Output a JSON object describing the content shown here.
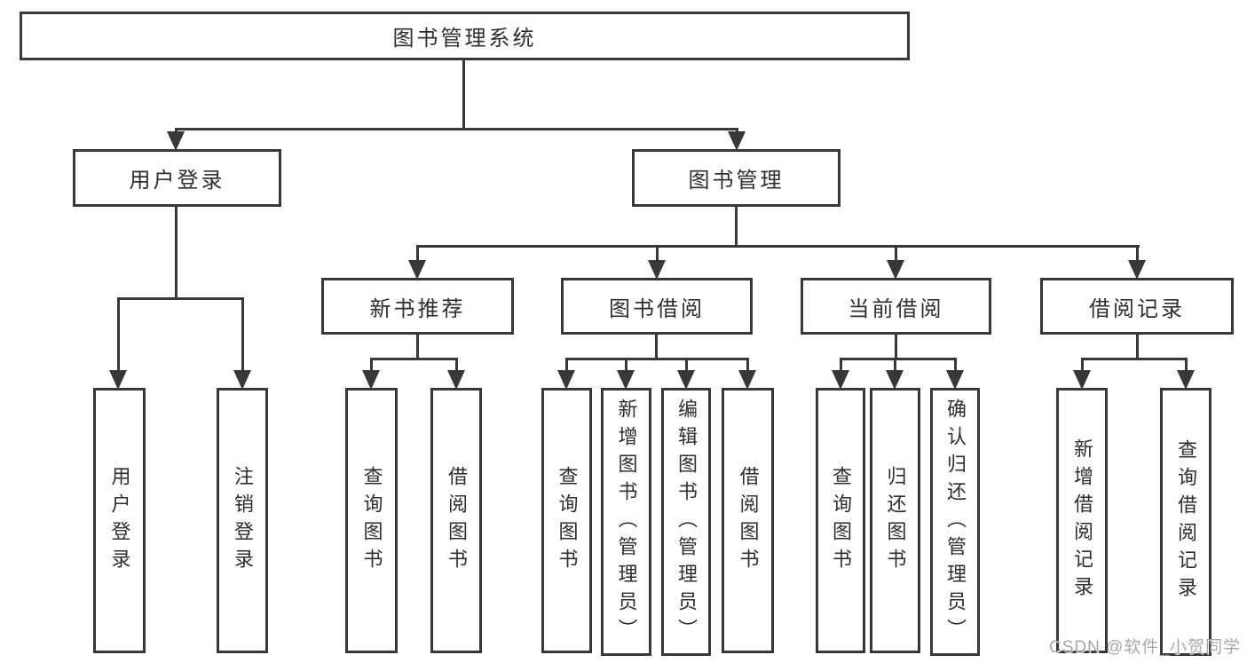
{
  "diagram": {
    "type": "tree",
    "root": {
      "label": "图书管理系统"
    },
    "branches": [
      {
        "label": "用户登录",
        "children": [
          {
            "label": "用户登录"
          },
          {
            "label": "注销登录"
          }
        ]
      },
      {
        "label": "图书管理",
        "children": [
          {
            "label": "新书推荐",
            "children": [
              {
                "label": "查询图书"
              },
              {
                "label": "借阅图书"
              }
            ]
          },
          {
            "label": "图书借阅",
            "children": [
              {
                "label": "查询图书"
              },
              {
                "label": "新增图书（管理员）"
              },
              {
                "label": "编辑图书（管理员）"
              },
              {
                "label": "借阅图书"
              }
            ]
          },
          {
            "label": "当前借阅",
            "children": [
              {
                "label": "查询图书"
              },
              {
                "label": "归还图书"
              },
              {
                "label": "确认归还（管理员）"
              }
            ]
          },
          {
            "label": "借阅记录",
            "children": [
              {
                "label": "新增借阅记录"
              },
              {
                "label": "查询借阅记录"
              }
            ]
          }
        ]
      }
    ]
  },
  "watermark": "CSDN @软件_小贺同学",
  "colors": {
    "line": "#383838",
    "text": "#2e2e2e",
    "background": "#ffffff",
    "watermark": "#9e9e9e"
  }
}
